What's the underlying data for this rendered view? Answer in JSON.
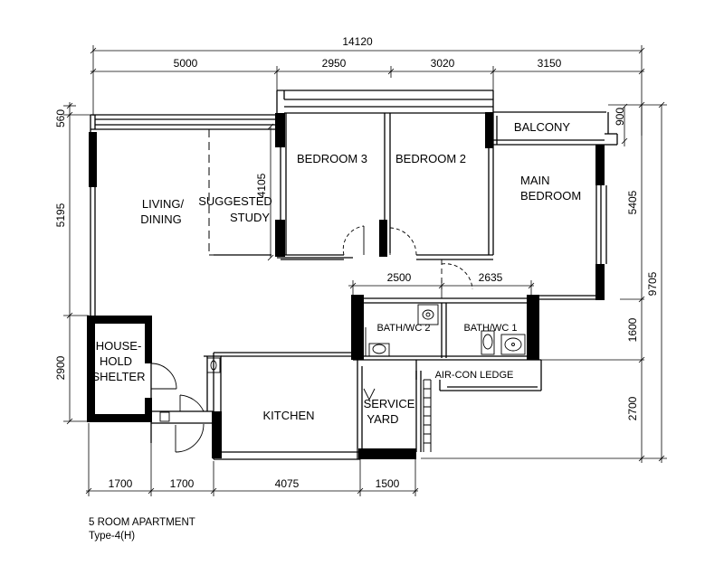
{
  "dimensions": {
    "overall_width": "14120",
    "top": [
      "5000",
      "2950",
      "3020",
      "3150"
    ],
    "balcony_depth": "900",
    "left": [
      "560",
      "5195",
      "2900"
    ],
    "right": [
      "5405",
      "1600",
      "2700"
    ],
    "overall_depth": "9705",
    "bottom": [
      "1700",
      "1700",
      "4075",
      "1500"
    ],
    "study_depth": "4105",
    "baths": [
      "2500",
      "2635"
    ]
  },
  "rooms": {
    "living_dining": [
      "LIVING/",
      "DINING"
    ],
    "suggested_study": [
      "SUGGESTED",
      "STUDY"
    ],
    "bedroom_3": "BEDROOM 3",
    "bedroom_2": "BEDROOM 2",
    "main_bedroom": [
      "MAIN",
      "BEDROOM"
    ],
    "balcony": "BALCONY",
    "household_shelter": [
      "HOUSE-",
      "HOLD",
      "SHELTER"
    ],
    "kitchen": "KITCHEN",
    "service_yard": [
      "SERVICE",
      "YARD"
    ],
    "bath_wc_2": "BATH/WC 2",
    "bath_wc_1": "BATH/WC 1",
    "aircon_ledge": "AIR-CON LEDGE"
  },
  "caption": {
    "title": "5 ROOM APARTMENT",
    "subtitle": "Type-4(H)"
  }
}
